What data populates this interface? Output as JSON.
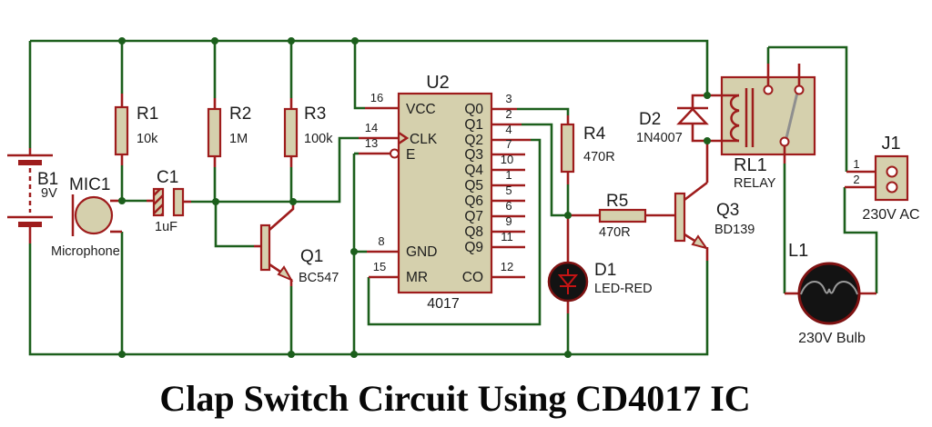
{
  "title": "Clap Switch Circuit Using CD4017 IC",
  "colors": {
    "wire_green": "#1c5f1c",
    "component_red": "#9e1c1c",
    "body_tan": "#d5d0ad",
    "black_fill": "#131313",
    "arm_gray": "#8f8f8f",
    "led_symbol_red": "#c41414",
    "text": "#1c1c1c"
  },
  "components": {
    "b1": {
      "ref": "B1",
      "value": "9V"
    },
    "mic1": {
      "ref": "MIC1",
      "value": "Microphone"
    },
    "r1": {
      "ref": "R1",
      "value": "10k"
    },
    "r2": {
      "ref": "R2",
      "value": "1M"
    },
    "r3": {
      "ref": "R3",
      "value": "100k"
    },
    "c1": {
      "ref": "C1",
      "value": "1uF"
    },
    "q1": {
      "ref": "Q1",
      "value": "BC547"
    },
    "r4": {
      "ref": "R4",
      "value": "470R"
    },
    "r5": {
      "ref": "R5",
      "value": "470R"
    },
    "d1": {
      "ref": "D1",
      "value": "LED-RED"
    },
    "d2": {
      "ref": "D2",
      "value": "1N4007"
    },
    "q3": {
      "ref": "Q3",
      "value": "BD139"
    },
    "rl1": {
      "ref": "RL1",
      "value": "RELAY"
    },
    "j1": {
      "ref": "J1",
      "value": "230V AC",
      "pin1": "1",
      "pin2": "2"
    },
    "l1": {
      "ref": "L1",
      "value": "230V Bulb"
    }
  },
  "ic": {
    "ref": "U2",
    "part": "4017",
    "left_pins": [
      {
        "num": "16",
        "name": "VCC"
      },
      {
        "num": "14",
        "name": "CLK"
      },
      {
        "num": "13",
        "name": "E"
      },
      {
        "num": "8",
        "name": "GND"
      },
      {
        "num": "15",
        "name": "MR"
      }
    ],
    "right_pins": [
      {
        "num": "3",
        "name": "Q0"
      },
      {
        "num": "2",
        "name": "Q1"
      },
      {
        "num": "4",
        "name": "Q2"
      },
      {
        "num": "7",
        "name": "Q3"
      },
      {
        "num": "10",
        "name": "Q4"
      },
      {
        "num": "1",
        "name": "Q5"
      },
      {
        "num": "5",
        "name": "Q6"
      },
      {
        "num": "6",
        "name": "Q7"
      },
      {
        "num": "9",
        "name": "Q8"
      },
      {
        "num": "11",
        "name": "Q9"
      },
      {
        "num": "12",
        "name": "CO"
      }
    ]
  }
}
